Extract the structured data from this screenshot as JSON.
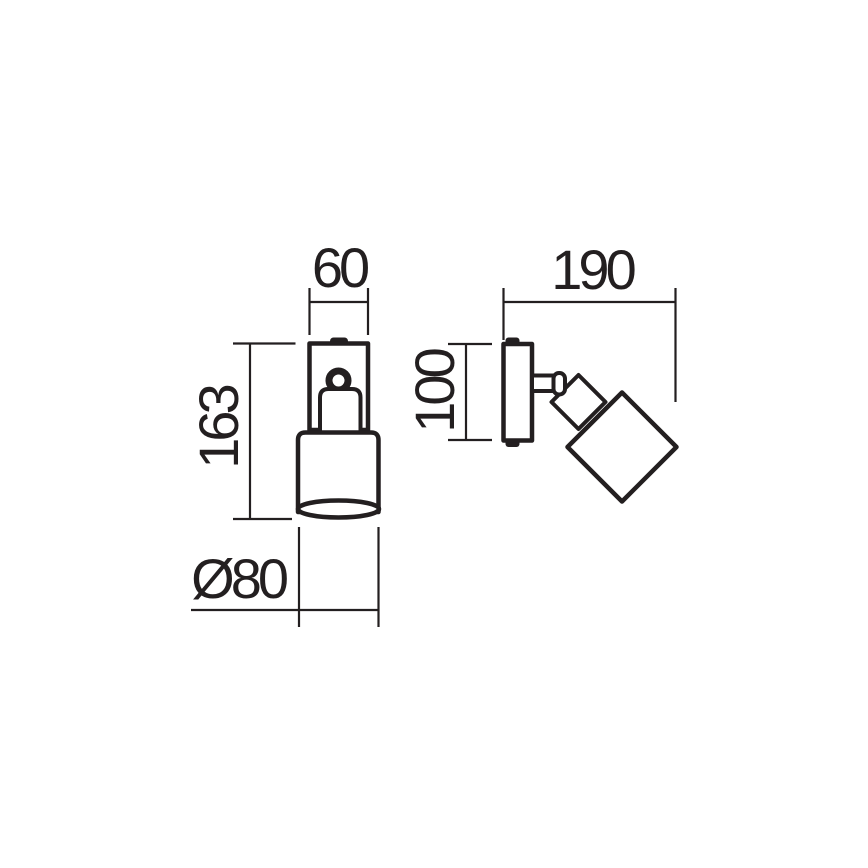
{
  "drawing": {
    "colors": {
      "line": "#231f20",
      "background": "#ffffff"
    },
    "views": {
      "front": {
        "dimensions": {
          "width": "60",
          "height": "163",
          "diameter": "Ø80"
        }
      },
      "side": {
        "dimensions": {
          "depth": "190",
          "plate_height": "100"
        }
      }
    }
  }
}
